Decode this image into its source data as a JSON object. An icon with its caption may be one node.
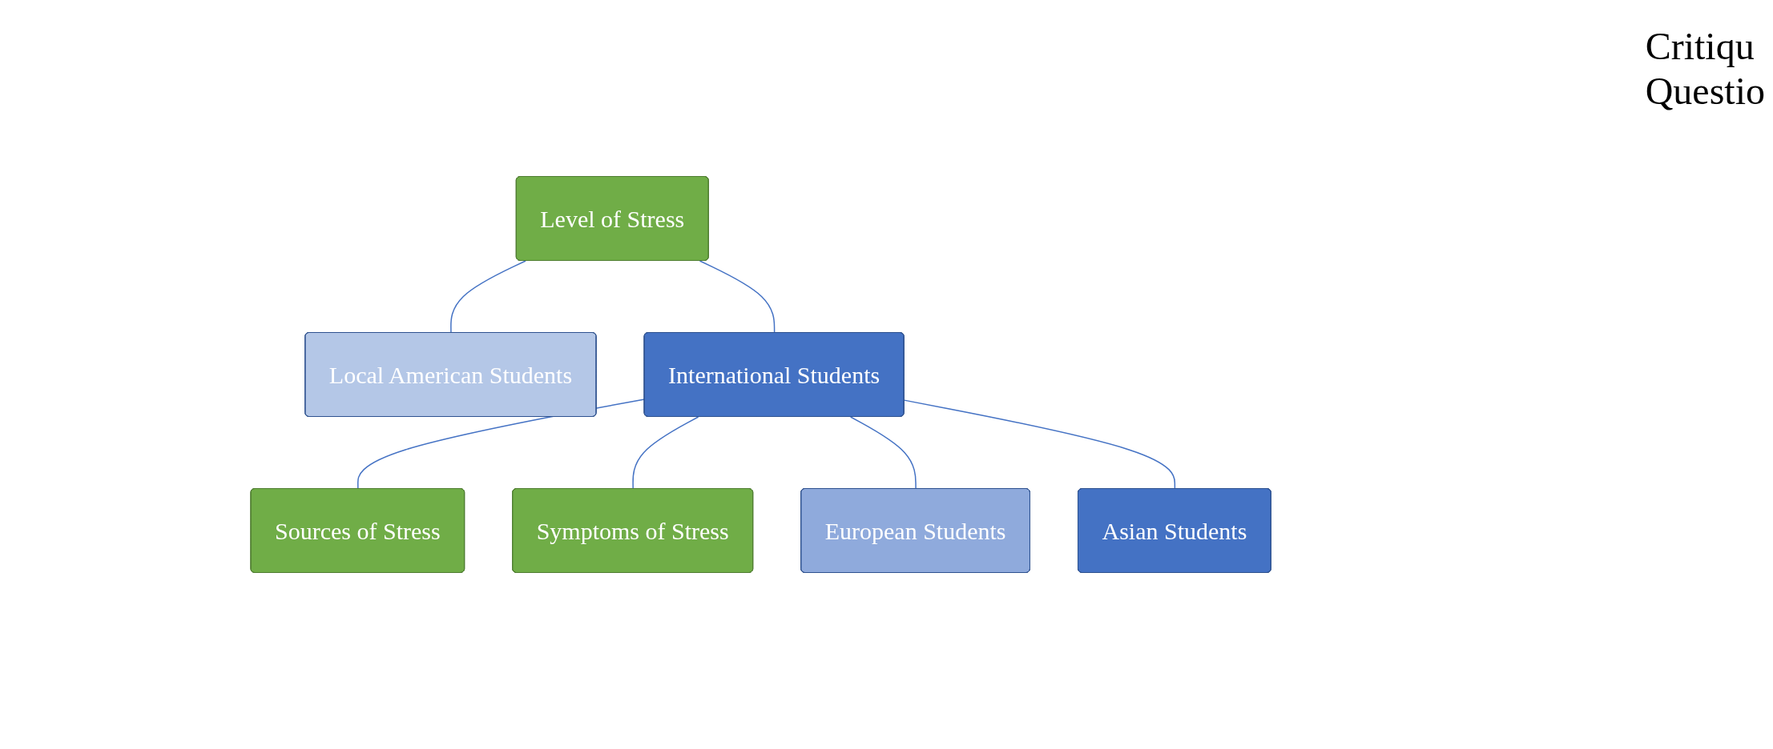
{
  "diagram": {
    "nodes": [
      {
        "text": [
          "Level of Stress"
        ]
      },
      {
        "text": [
          "Local American Students"
        ]
      },
      {
        "text": [
          "International Students"
        ]
      },
      {
        "text": [
          "Sources of Stress"
        ]
      },
      {
        "text": [
          "Symptoms of Stress"
        ]
      },
      {
        "text": [
          "European Students"
        ]
      },
      {
        "text": [
          "Asian Students"
        ]
      }
    ],
    "edges": [
      {
        "from": 0,
        "to": 1,
        "arrow": "none"
      },
      {
        "from": 0,
        "to": 2,
        "arrow": "none"
      },
      {
        "from": 2,
        "to": 3,
        "arrow": "none"
      },
      {
        "from": 2,
        "to": 4,
        "arrow": "none"
      },
      {
        "from": 2,
        "to": 5,
        "arrow": "none"
      },
      {
        "from": 2,
        "to": 6,
        "arrow": "none"
      }
    ],
    "labels": [
      "Critiqu",
      "Questio"
    ]
  }
}
